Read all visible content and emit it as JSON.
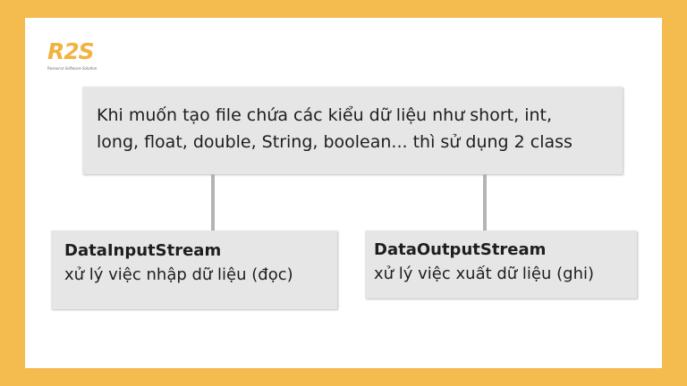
{
  "logo": {
    "mark": "R2S",
    "tagline": "Resource Software Solution"
  },
  "diagram": {
    "root": {
      "lines": [
        "Khi muốn tạo file chứa các kiểu dữ liệu như short, int,",
        "long, float, double, String, boolean... thì sử dụng 2 class"
      ]
    },
    "children": [
      {
        "title": "DataInputStream",
        "description": "xử lý việc nhập dữ liệu (đọc)"
      },
      {
        "title": "DataOutputStream",
        "description": "xử lý việc xuất dữ liệu (ghi)"
      }
    ]
  },
  "colors": {
    "frame": "#f4bc4e",
    "box": "#e6e6e6",
    "connector": "#b4b4b4",
    "logo": "#f2b23e"
  }
}
